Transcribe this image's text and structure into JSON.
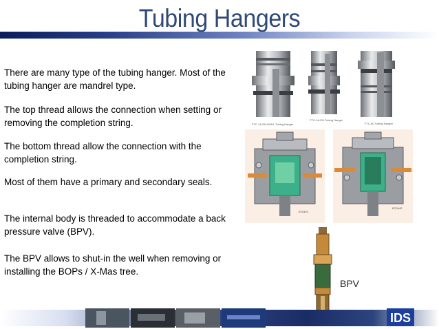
{
  "title": "Tubing Hangers",
  "paragraphs": [
    "There are many type of the tubing hanger. Most of the tubing hanger are mandrel type.",
    "The top thread allows the connection when setting or removing the completion string.",
    "The bottom thread allow the connection with the completion string.",
    "Most of them have a primary and secondary seals.",
    "The internal body is threaded to accommodate a back pressure valve (BPV).",
    "The BPV allows to shut-in the well when removing or installing the BOPs / X-Mas tree."
  ],
  "hanger_captions": [
    "FTC-1A-EN-DHDL Tubing Hanger",
    "FTC-1A-EN Tubing Hanger",
    "FTC-60 Tubing Hanger"
  ],
  "section_codes": [
    "EC0671",
    "EC0442"
  ],
  "bpv_label": "BPV",
  "logo_text": "IDS",
  "colors": {
    "title": "#2f4a78",
    "bar_dark": "#0a1d5a",
    "bar_light": "#c9d3ee",
    "logo": "#1b3f9a",
    "section_green": "#3bb08a"
  }
}
